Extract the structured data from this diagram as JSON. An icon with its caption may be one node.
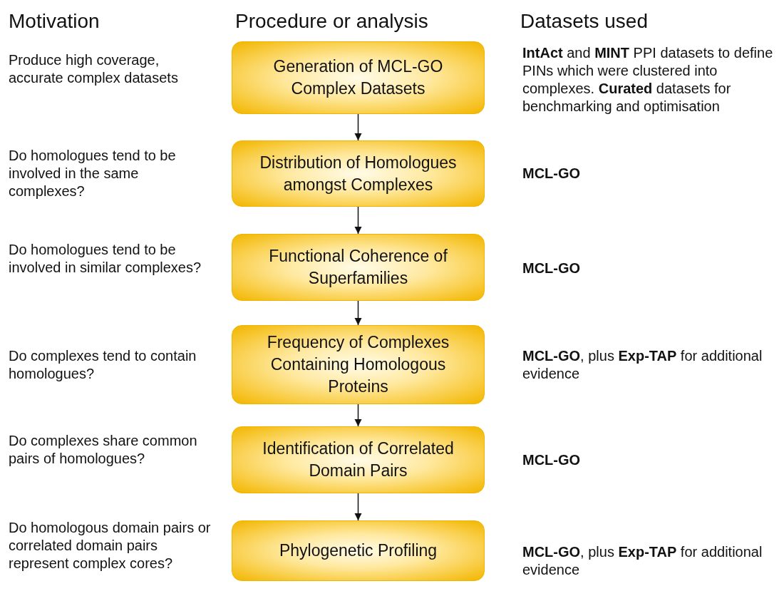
{
  "diagram": {
    "nodes": [
      {
        "text": [
          "Generation of MCL-GO Complex Datasets"
        ]
      },
      {
        "text": [
          "Distribution of Homologues amongst Complexes"
        ]
      },
      {
        "text": [
          "Functional Coherence of Superfamilies"
        ]
      },
      {
        "text": [
          "Frequency of Complexes Containing Homologous Proteins"
        ]
      },
      {
        "text": [
          "Identification of Correlated Domain Pairs"
        ]
      },
      {
        "text": [
          "Phylogenetic Profiling"
        ]
      }
    ],
    "edges": [
      {
        "from": 0,
        "to": 1,
        "arrow": "to"
      },
      {
        "from": 1,
        "to": 2,
        "arrow": "to"
      },
      {
        "from": 2,
        "to": 3,
        "arrow": "to"
      },
      {
        "from": 3,
        "to": 4,
        "arrow": "to"
      },
      {
        "from": 4,
        "to": 5,
        "arrow": "to"
      }
    ],
    "labels": [
      "Motivation",
      "Procedure or analysis",
      "Datasets used",
      "Produce high coverage, accurate complex datasets",
      "**IntAct** and **MINT** PPI datasets to define PINs which were clustered into complexes. **Curated** datasets for benchmarking and optimisation",
      "Do homologues tend to be involved in the same complexes?",
      "MCL-GO",
      "Do homologues tend to be involved in similar complexes?",
      "MCL-GO",
      "Do complexes tend to contain homologues?",
      "**MCL-GO**, plus **Exp-TAP** for additional evidence",
      "Do complexes share common pairs of homologues?",
      "MCL-GO",
      "Do homologous domain pairs or correlated domain pairs represent complex cores?",
      "**MCL-GO**, plus **Exp-TAP** for additional evidence"
    ]
  }
}
